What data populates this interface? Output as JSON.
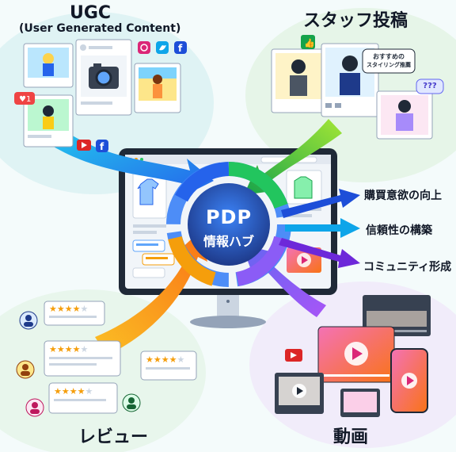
{
  "quadrants": {
    "ugc": {
      "title": "UGC",
      "subtitle": "(User Generated Content)"
    },
    "staff": {
      "title": "スタッフ投稿",
      "bubble_line1": "おすすめの",
      "bubble_line2": "スタイリング推薦",
      "bubble_question": "???"
    },
    "review": {
      "title": "レビュー"
    },
    "video": {
      "title": "動画"
    }
  },
  "hub": {
    "title": "PDP",
    "subtitle": "情報ハブ"
  },
  "outcomes": [
    {
      "label": "購買意欲の向上"
    },
    {
      "label": "信頼性の構築"
    },
    {
      "label": "コミュニティ形成"
    }
  ],
  "social_icons": [
    "instagram-icon",
    "twitter-icon",
    "facebook-icon",
    "youtube-icon"
  ],
  "colors": {
    "ugc_arrow": "#3b82f6",
    "staff_arrow": "#22c55e",
    "review_arrow": "#f59e0b",
    "video_arrow": "#8b5cf6",
    "hub_ring": "#2563eb",
    "outcome_arrow": "#2563eb"
  }
}
